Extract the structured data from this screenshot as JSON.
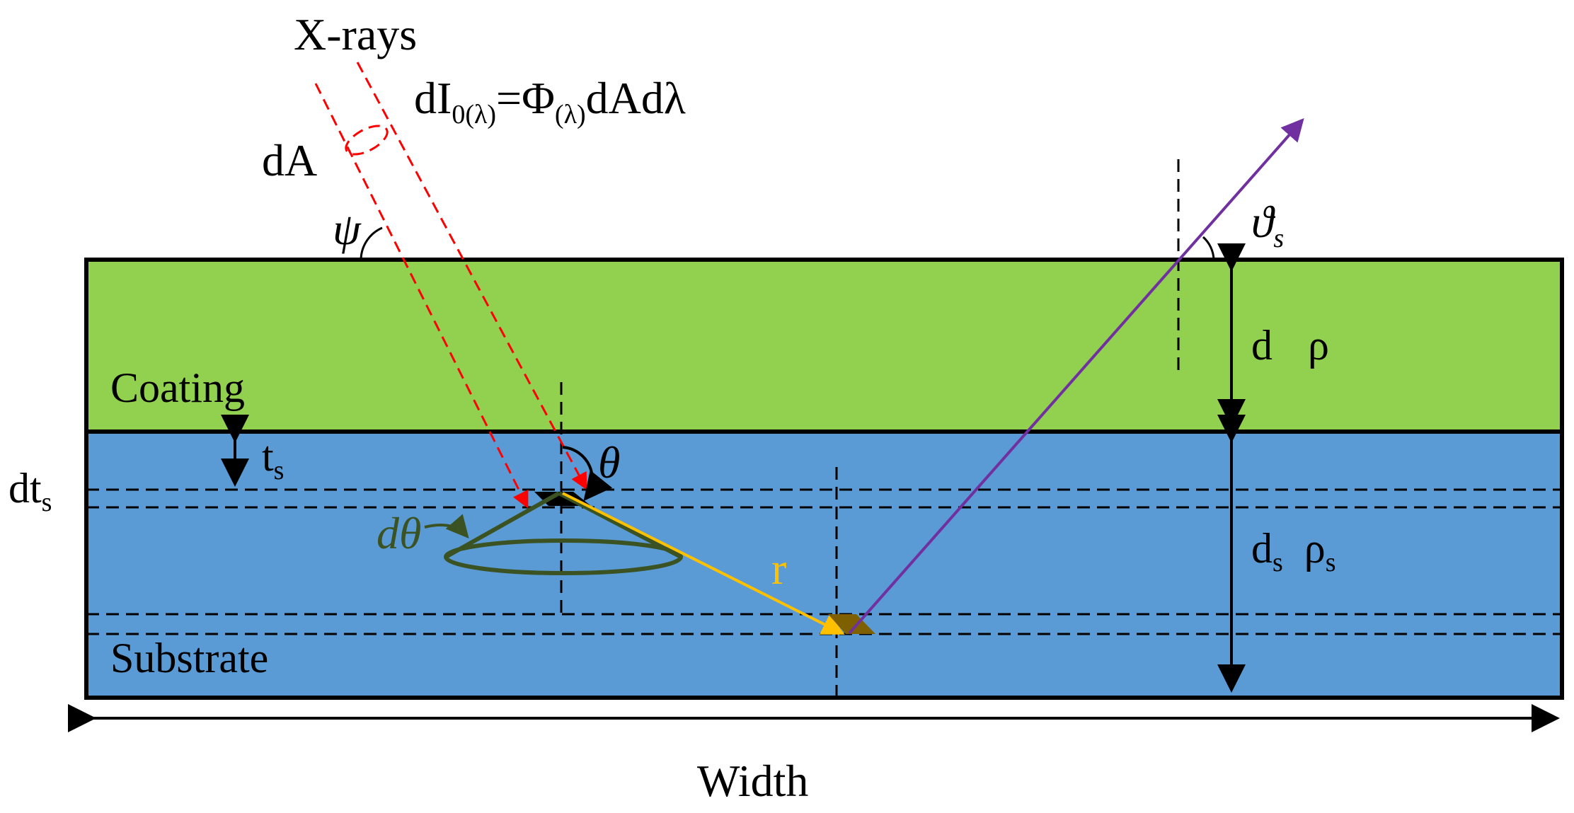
{
  "labels": {
    "xrays": "X-rays",
    "intensity_prefix": "dI",
    "intensity_sub": "0(λ)",
    "intensity_eq": "=Φ",
    "intensity_sub2": "(λ)",
    "intensity_suffix": "dAdλ",
    "dA": "dA",
    "psi": "ψ",
    "theta_s": "ϑ",
    "theta_s_sub": "s",
    "coating": "Coating",
    "substrate": "Substrate",
    "d_coating": "d",
    "rho_coating": "ρ",
    "ts": "t",
    "ts_sub": "s",
    "dts": "dt",
    "dts_sub": "s",
    "theta": "θ",
    "dtheta": "dθ",
    "r": "r",
    "ds": "d",
    "ds_sub": "s",
    "rhos": "ρ",
    "rhos_sub": "s",
    "width": "Width"
  },
  "colors": {
    "coating": "#92d050",
    "substrate": "#5b9bd5",
    "xray_beam": "#ff0000",
    "emission_ray": "#7030a0",
    "r_vector": "#ffc000",
    "cone": "#3b5323",
    "voxel": "#7f6000",
    "outline": "#000000"
  }
}
